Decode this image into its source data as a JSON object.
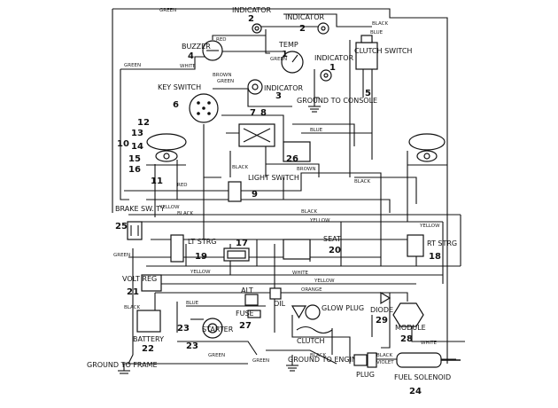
{
  "labels": {
    "indicator2a": "INDICATOR",
    "indicator2a_num": "2",
    "indicator2b": "INDICATOR",
    "indicator2b_num": "2",
    "buzzer": "BUZZER",
    "buzzer_num": "4",
    "temp": "TEMP",
    "temp_num": "1",
    "indicator1": "INDICATOR",
    "indicator1_num": "1",
    "key_switch": "KEY SWITCH",
    "key_switch_num": "6",
    "indicator3": "INDICATOR",
    "indicator3_num": "3",
    "ground_console": "GROUND TO CONSOLE",
    "clutch_switch": "CLUTCH SWITCH",
    "clutch_switch_num": "5",
    "light_switch": "LIGHT SWITCH",
    "light_switch_num": "9",
    "brake_sw": "BRAKE SW. TY",
    "brake_sw_num": "25",
    "lt_strg": "LT STRG",
    "lt_strg_num": "19",
    "seat": "SEAT",
    "seat_num": "20",
    "rt_strg": "RT STRG",
    "rt_strg_num": "18",
    "volt_reg": "VOLT REG",
    "volt_reg_num": "21",
    "fuse": "FUSE",
    "fuse_num": "27",
    "alt": "ALT",
    "oil": "OIL",
    "glow_plug": "GLOW PLUG",
    "diode": "DIODE",
    "diode_num": "29",
    "module": "MODULE",
    "module_num": "28",
    "battery": "BATTERY",
    "battery_num": "22",
    "starter": "STARTER",
    "starter_num": "23",
    "clutch": "CLUTCH",
    "ground_engine": "GROUND TO ENGINE",
    "ground_frame": "GROUND TO FRAME",
    "fuel_solenoid": "FUEL SOLENOID",
    "fuel_solenoid_num": "24",
    "plug": "PLUG",
    "n7": "7",
    "n8": "8",
    "n10": "10",
    "n11": "11",
    "n12": "12",
    "n13": "13",
    "n14": "14",
    "n15": "15",
    "n16": "16",
    "n17": "17",
    "n23": "23",
    "n26": "26"
  },
  "wire_colors": {
    "green": "GREEN",
    "red": "RED",
    "white": "WHITE",
    "black": "BLACK",
    "blue": "BLUE",
    "brown": "BROWN",
    "yellow": "YELLOW",
    "orange": "ORANGE",
    "violet": "VIOLET"
  }
}
